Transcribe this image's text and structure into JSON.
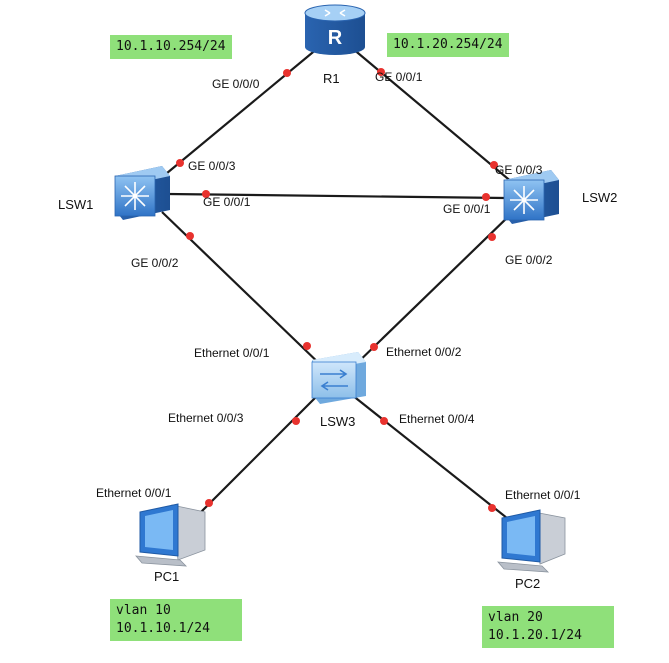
{
  "devices": {
    "r1": {
      "name": "R1"
    },
    "lsw1": {
      "name": "LSW1"
    },
    "lsw2": {
      "name": "LSW2"
    },
    "lsw3": {
      "name": "LSW3"
    },
    "pc1": {
      "name": "PC1"
    },
    "pc2": {
      "name": "PC2"
    }
  },
  "ports": {
    "r1_ge000": "GE 0/0/0",
    "r1_ge001": "GE 0/0/1",
    "lsw1_ge003": "GE 0/0/3",
    "lsw1_ge001": "GE 0/0/1",
    "lsw1_ge002": "GE 0/0/2",
    "lsw2_ge003": "GE 0/0/3",
    "lsw2_ge001": "GE 0/0/1",
    "lsw2_ge002": "GE 0/0/2",
    "lsw3_eth001": "Ethernet 0/0/1",
    "lsw3_eth002": "Ethernet 0/0/2",
    "lsw3_eth003": "Ethernet 0/0/3",
    "lsw3_eth004": "Ethernet 0/0/4",
    "pc1_eth001": "Ethernet 0/0/1",
    "pc2_eth001": "Ethernet 0/0/1"
  },
  "notes": {
    "gw10": "10.1.10.254/24",
    "gw20": "10.1.20.254/24",
    "pc1_vlan": "vlan 10",
    "pc1_ip": "10.1.10.1/24",
    "pc2_vlan": "vlan 20",
    "pc2_ip": "10.1.20.1/24"
  },
  "colors": {
    "link": "#1a1a1a",
    "port_dot": "#e8322e",
    "note_bg": "#8fe07a",
    "device_blue": "#3a7fd0"
  }
}
